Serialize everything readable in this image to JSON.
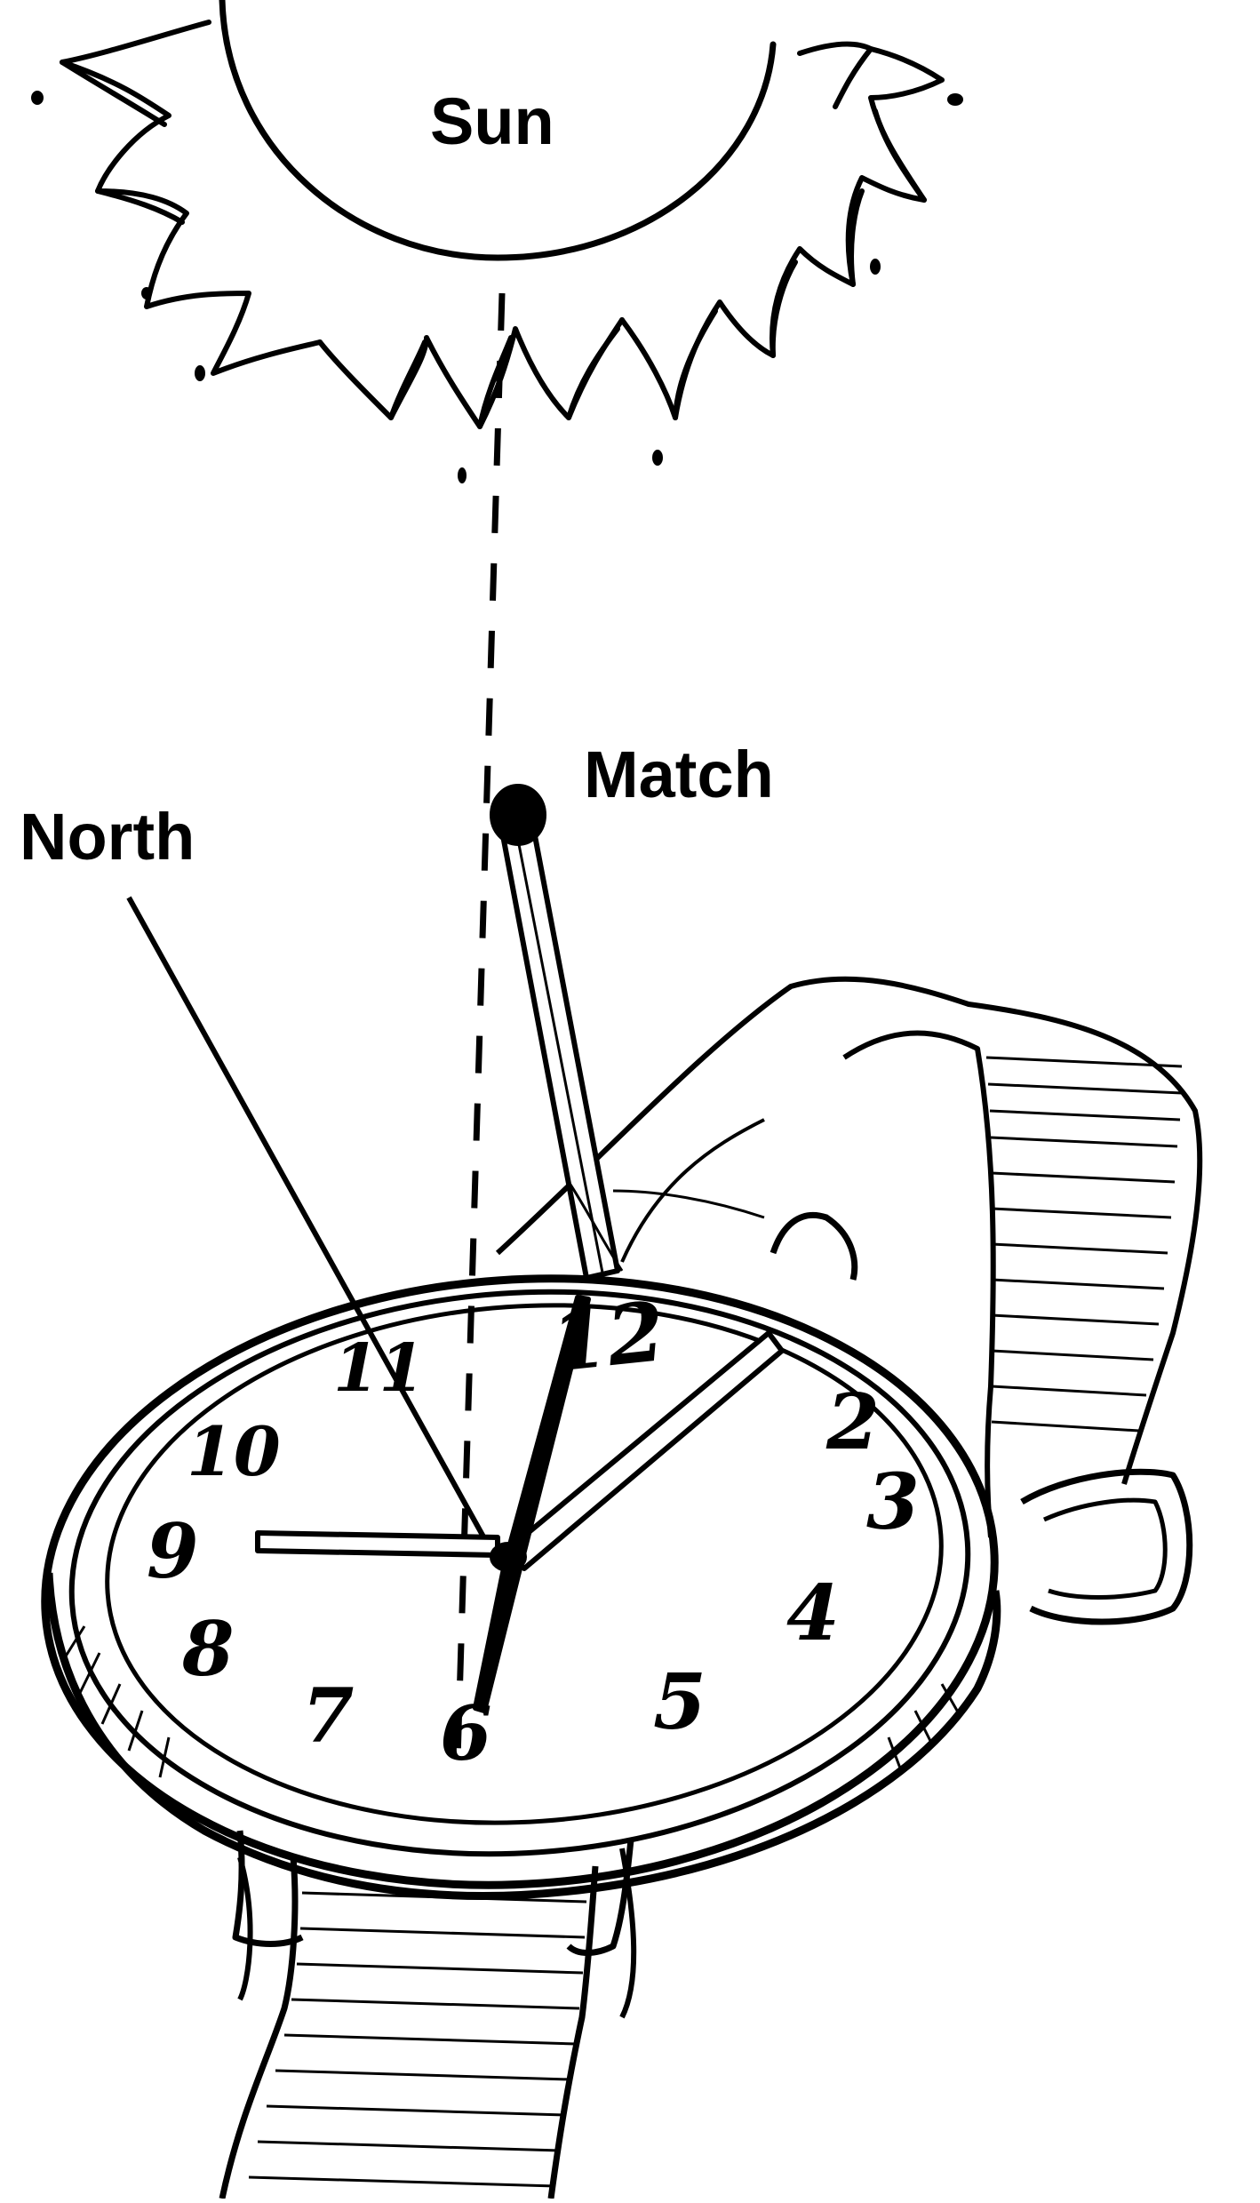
{
  "labels": {
    "sun": "Sun",
    "match": "Match",
    "north": "North"
  },
  "watch_face": {
    "numerals": [
      "12",
      "2",
      "3",
      "4",
      "5",
      "6",
      "7",
      "8",
      "9",
      "10",
      "11"
    ]
  },
  "colors": {
    "ink": "#000000",
    "paper": "#ffffff"
  }
}
